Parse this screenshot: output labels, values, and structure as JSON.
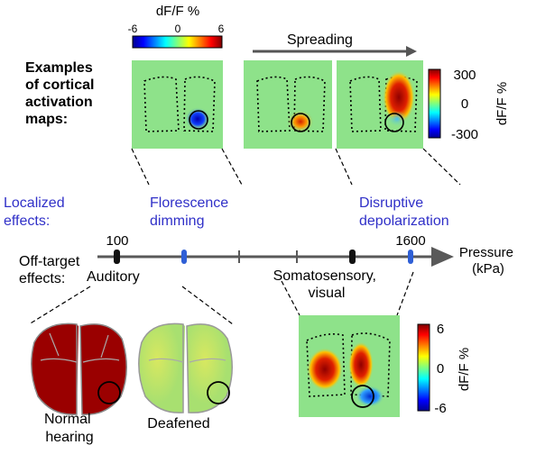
{
  "colors": {
    "axis": "#595959",
    "localized_label": "#3030c8",
    "marker_black": "#111111",
    "marker_blue": "#2f5fd6",
    "map_bg": "#8ee28a"
  },
  "labels": {
    "examples": [
      "Examples",
      "of cortical",
      "activation",
      "maps:"
    ],
    "spreading": "Spreading",
    "localized_effects": [
      "Localized",
      "effects:"
    ],
    "florescence_dimming": [
      "Florescence",
      "dimming"
    ],
    "disruptive_depolarization": [
      "Disruptive",
      "depolarization"
    ],
    "offtarget_effects": [
      "Off-target",
      "effects:"
    ],
    "pressure": [
      "Pressure",
      "(kPa)"
    ],
    "tick_100": "100",
    "tick_1600": "1600",
    "auditory": "Auditory",
    "somatosensory": [
      "Somatosensory,",
      "visual"
    ],
    "normal_hearing": [
      "Normal",
      "hearing"
    ],
    "deafened": "Deafened"
  },
  "colorbar_top": {
    "title": "dF/F %",
    "ticks": [
      "-6",
      "0",
      "6"
    ]
  },
  "colorbar_right": {
    "title": "dF/F %",
    "ticks": [
      "300",
      "0",
      "-300"
    ]
  },
  "colorbar_bottom": {
    "title": "dF/F %",
    "ticks": [
      "6",
      "0",
      "-6"
    ]
  }
}
